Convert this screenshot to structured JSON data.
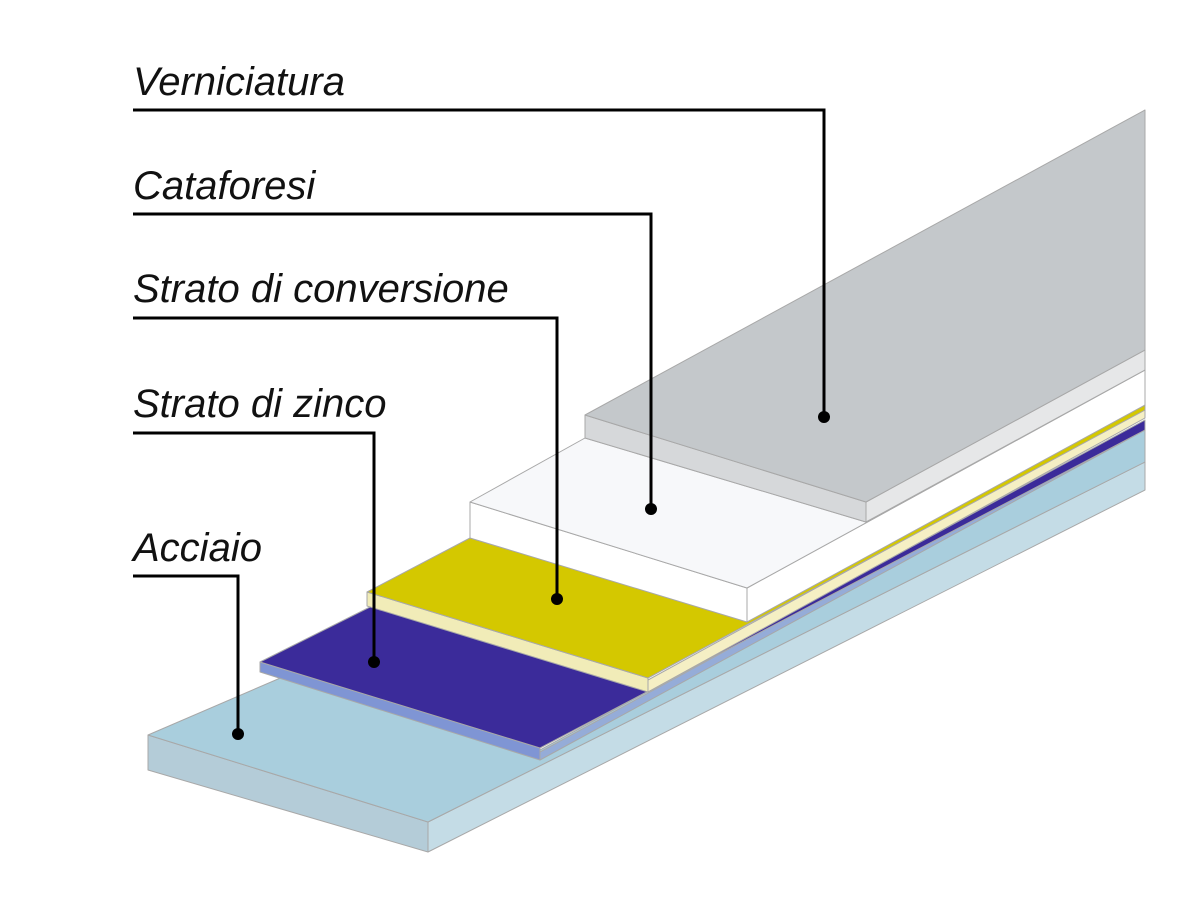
{
  "diagram": {
    "layers": [
      {
        "id": "verniciatura",
        "label": "Verniciatura",
        "top_color": "#c4c8cb",
        "front_color": "#d6d8da",
        "side_color": "#e6e7e8"
      },
      {
        "id": "cataforesi",
        "label": "Cataforesi",
        "top_color": "#f7f8fa",
        "front_color": "#ffffff",
        "side_color": "#ffffff"
      },
      {
        "id": "conversione",
        "label": "Strato di conversione",
        "top_color": "#d4c800",
        "front_color": "#f1ecb8",
        "side_color": "#f5efc4"
      },
      {
        "id": "zinco",
        "label": "Strato di zinco",
        "top_color": "#3b2b9a",
        "front_color": "#7f95d4",
        "side_color": "#95acd8"
      },
      {
        "id": "acciaio",
        "label": "Acciaio",
        "top_color": "#a9cedd",
        "front_color": "#b4ccd8",
        "side_color": "#c4dce6"
      }
    ],
    "leader_color": "#000000"
  }
}
